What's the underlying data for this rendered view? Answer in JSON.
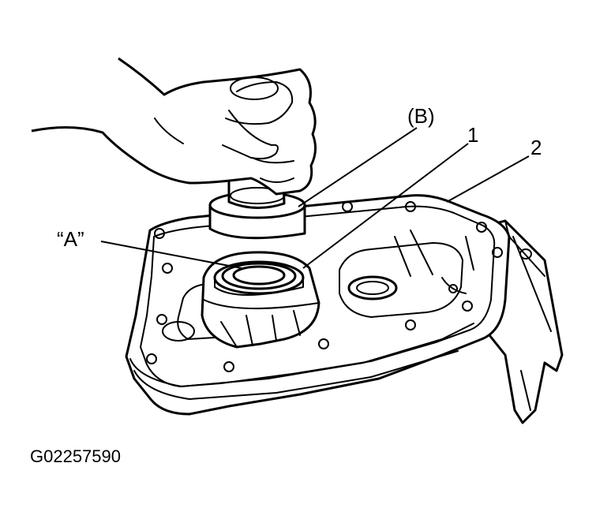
{
  "labels": {
    "tool_b": "(B)",
    "part_1": "1",
    "part_2": "2",
    "point_a": "“A”"
  },
  "figure_code": "G02257590",
  "colors": {
    "ink": "#000000",
    "background": "#ffffff"
  }
}
